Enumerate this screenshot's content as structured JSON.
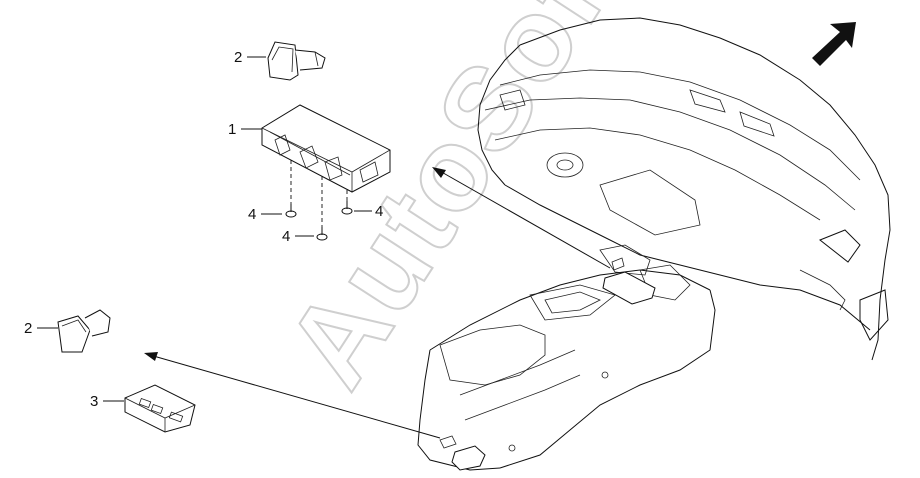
{
  "watermark": "AutoSoft",
  "callouts": [
    {
      "id": "c1",
      "label": "1"
    },
    {
      "id": "c2a",
      "label": "2"
    },
    {
      "id": "c2b",
      "label": "2"
    },
    {
      "id": "c3",
      "label": "3"
    },
    {
      "id": "c4a",
      "label": "4"
    },
    {
      "id": "c4b",
      "label": "4"
    },
    {
      "id": "c4c",
      "label": "4"
    }
  ],
  "direction_arrow": "forward-arrow-icon"
}
